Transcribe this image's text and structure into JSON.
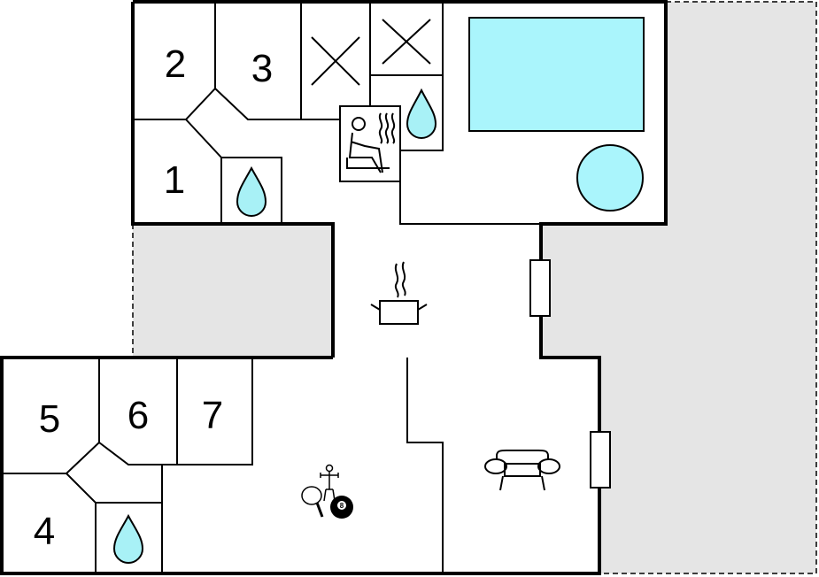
{
  "rooms": [
    {
      "id": "room-1",
      "label": "1"
    },
    {
      "id": "room-2",
      "label": "2"
    },
    {
      "id": "room-3",
      "label": "3"
    },
    {
      "id": "room-4",
      "label": "4"
    },
    {
      "id": "room-5",
      "label": "5"
    },
    {
      "id": "room-6",
      "label": "6"
    },
    {
      "id": "room-7",
      "label": "7"
    }
  ],
  "icons": [
    "sauna-icon",
    "bathroom-icon",
    "kitchen-pot-icon",
    "sofa-icon",
    "games-icon",
    "void-cross-icon",
    "pool",
    "hot-tub"
  ],
  "colors": {
    "water": "#a8f1f6",
    "terrace": "#e5e5e5",
    "wall": "#000000"
  }
}
